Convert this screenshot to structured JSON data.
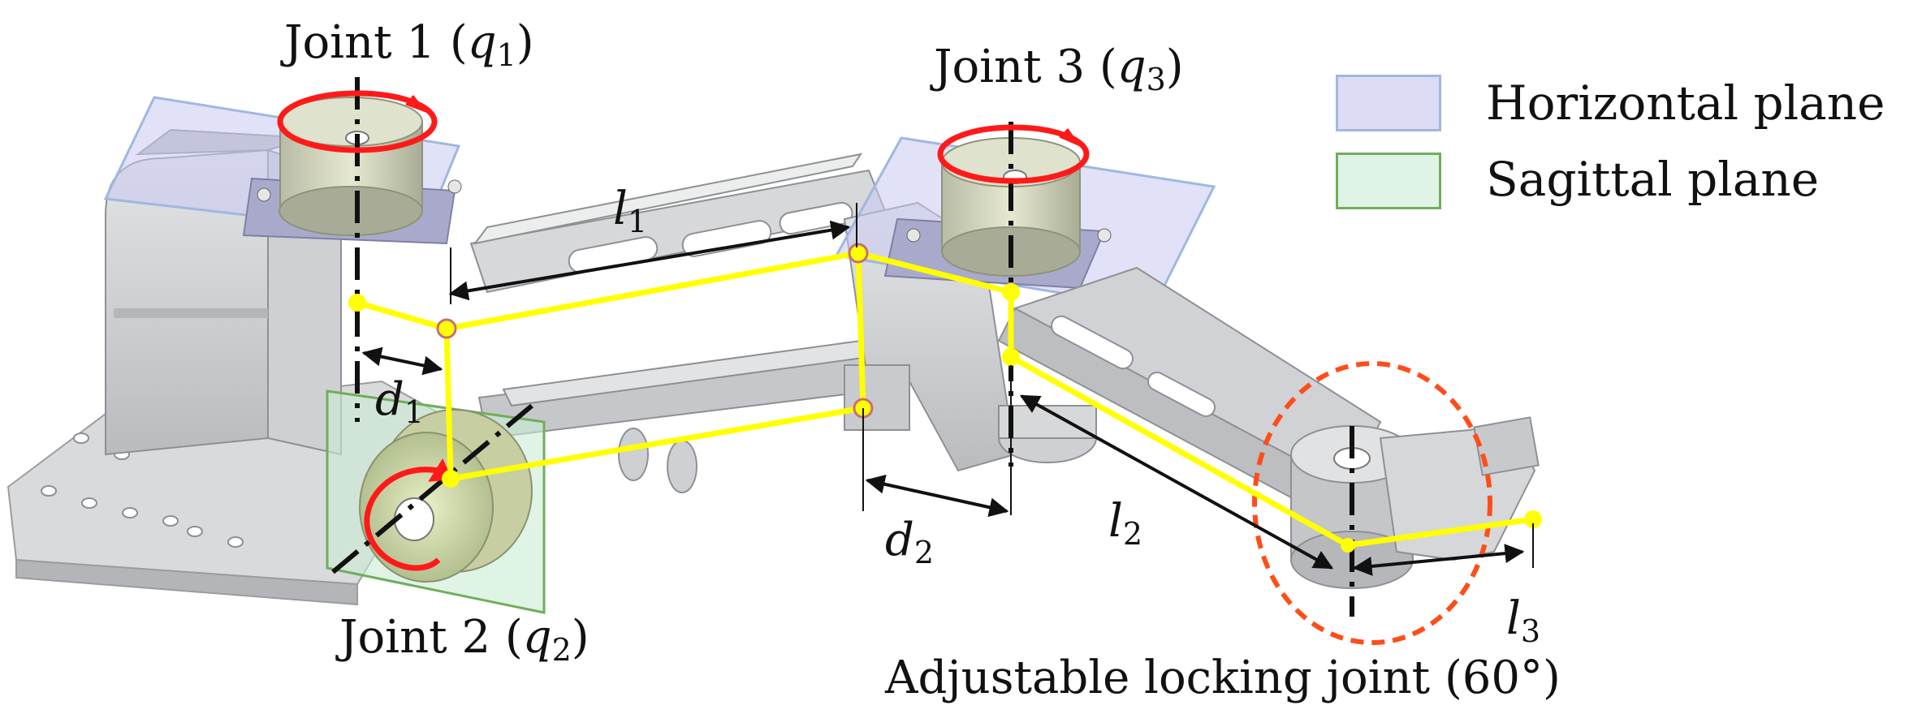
{
  "labels": {
    "joint1": {
      "name": "Joint 1 (",
      "sym": "q",
      "sub": "1",
      "close": ")"
    },
    "joint2": {
      "name": "Joint 2 (",
      "sym": "q",
      "sub": "2",
      "close": ")"
    },
    "joint3": {
      "name": "Joint 3 (",
      "sym": "q",
      "sub": "3",
      "close": ")"
    },
    "locking_joint": "Adjustable locking joint (60°)"
  },
  "dimensions": {
    "l1": {
      "sym": "l",
      "sub": "1"
    },
    "l2": {
      "sym": "l",
      "sub": "2"
    },
    "l3": {
      "sym": "l",
      "sub": "3"
    },
    "d1": {
      "sym": "d",
      "sub": "1"
    },
    "d2": {
      "sym": "d",
      "sub": "2"
    }
  },
  "legend": [
    {
      "label": "Horizontal plane",
      "fill": "#dcdcf6",
      "stroke": "#9fb8e0"
    },
    {
      "label": "Sagittal plane",
      "fill": "#dff3e6",
      "stroke": "#6fae5a"
    }
  ],
  "colors": {
    "kinematic_chain": "#ffff00",
    "rotation_arrow": "#ff1a1a",
    "locking_ellipse": "#ff4d1a",
    "axis_line": "#111111",
    "metal": "#c9cacc"
  }
}
